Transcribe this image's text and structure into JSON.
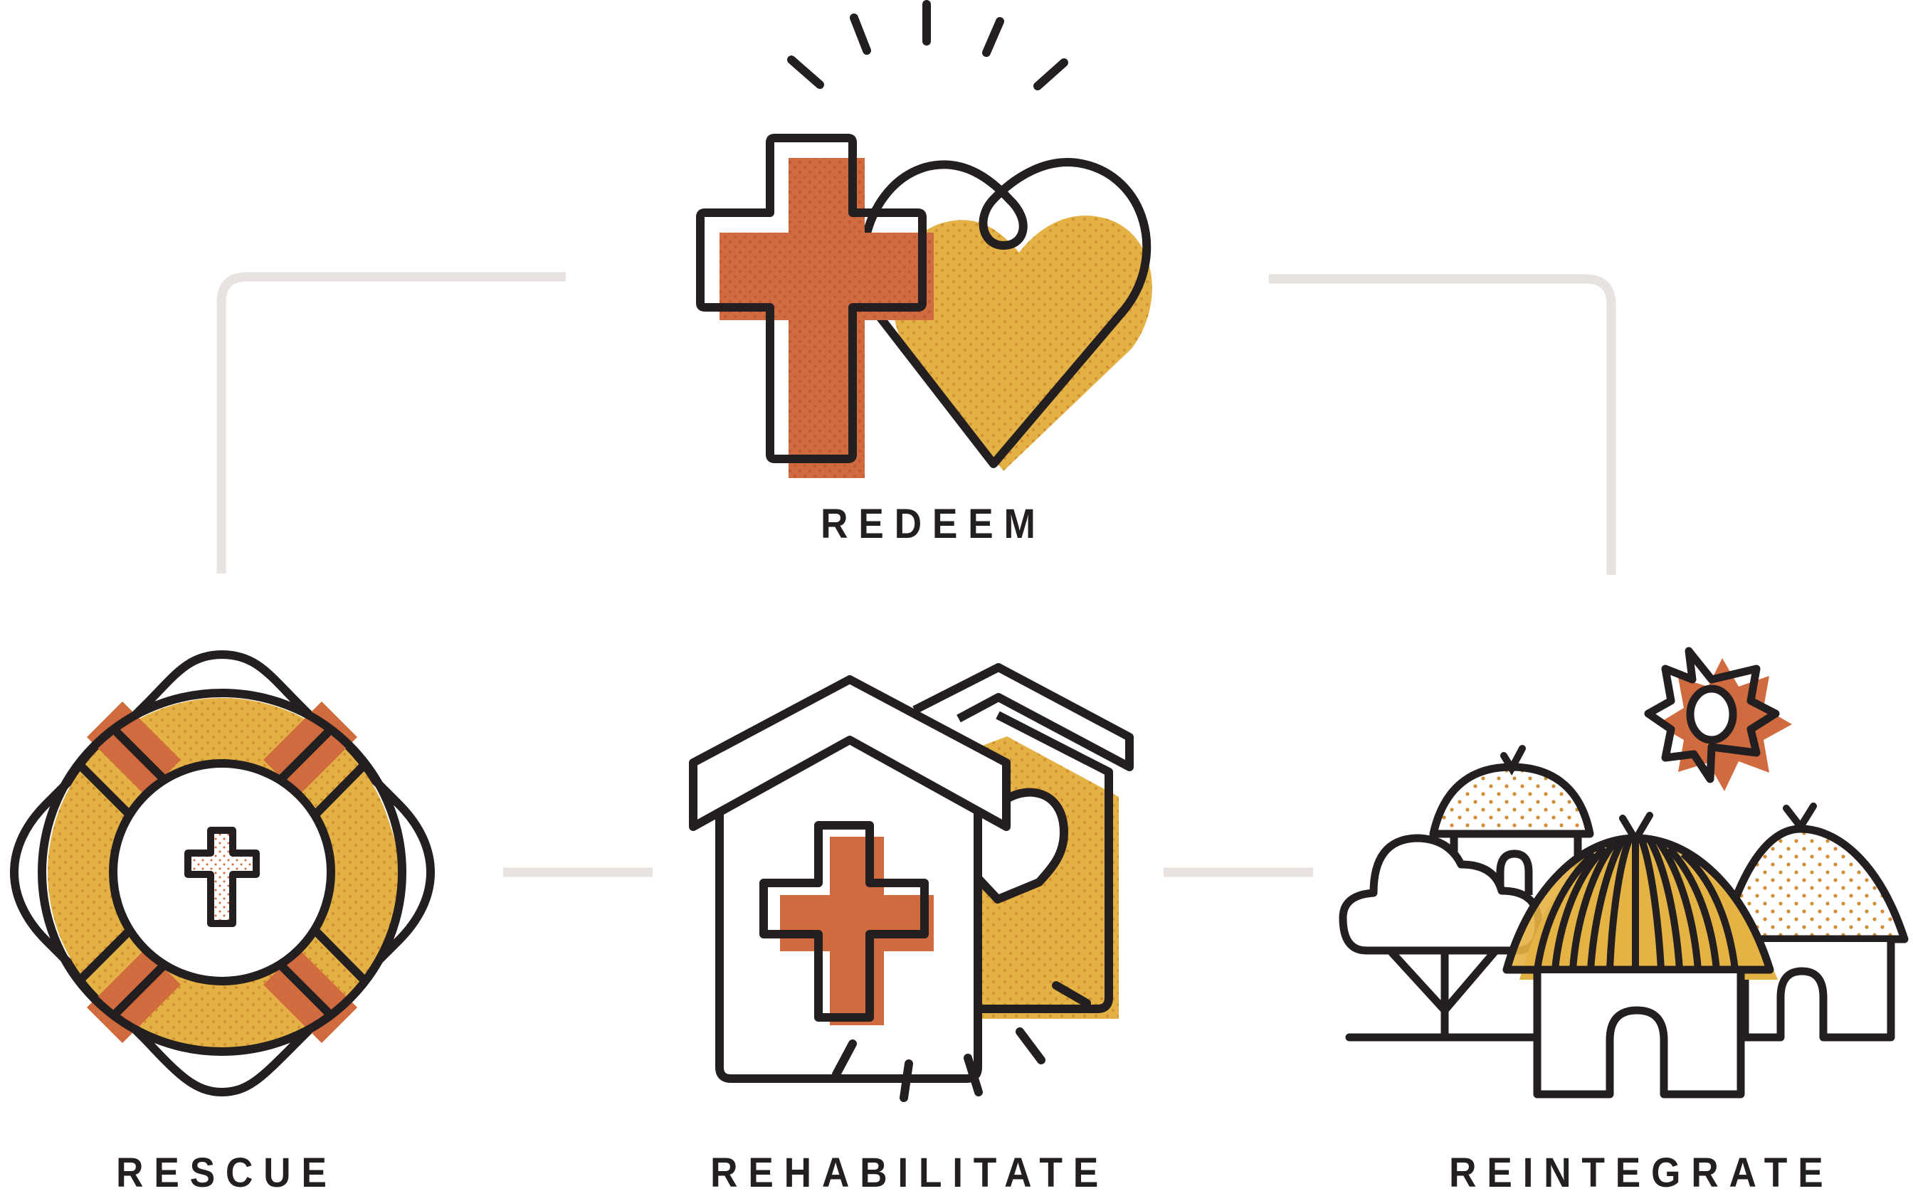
{
  "diagram": {
    "type": "process-flow",
    "colors": {
      "outline": "#231f20",
      "orange": "#d06a3f",
      "yellow": "#e4b244",
      "dot": "#c9842e",
      "connector": "#e8e3e0",
      "background": "#ffffff"
    },
    "nodes": [
      {
        "id": "redeem",
        "label": "REDEEM",
        "icon": "cross-and-heart-icon"
      },
      {
        "id": "rescue",
        "label": "RESCUE",
        "icon": "life-ring-icon"
      },
      {
        "id": "rehabilitate",
        "label": "REHABILITATE",
        "icon": "houses-with-medical-cross-icon"
      },
      {
        "id": "reintegrate",
        "label": "REINTEGRATE",
        "icon": "village-huts-icon"
      }
    ],
    "edges": [
      {
        "from": "rescue",
        "to": "redeem",
        "style": "elbow"
      },
      {
        "from": "redeem",
        "to": "reintegrate",
        "style": "elbow"
      },
      {
        "from": "rescue",
        "to": "rehabilitate",
        "style": "straight"
      },
      {
        "from": "rehabilitate",
        "to": "reintegrate",
        "style": "straight"
      }
    ]
  }
}
